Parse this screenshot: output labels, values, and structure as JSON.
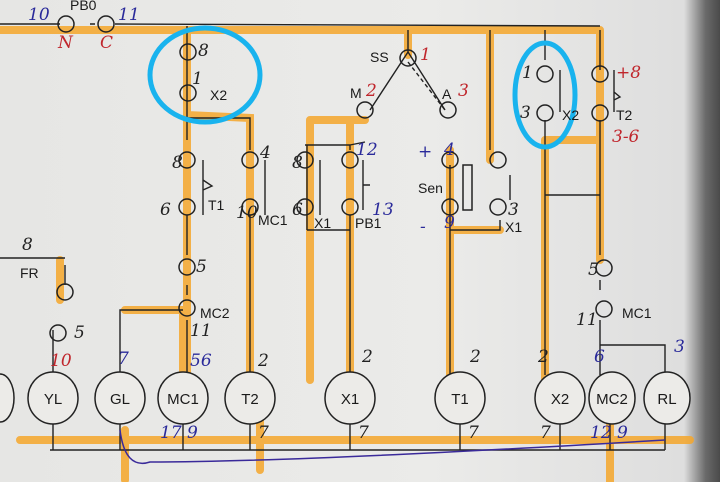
{
  "printed_labels": {
    "pb0": "PB0",
    "ss": "SS",
    "m": "M",
    "a": "A",
    "x2_contact_top": "X2",
    "x2_contact_right": "X2",
    "t2_contact": "T2",
    "t1_contact": "T1",
    "mc1_contact": "MC1",
    "x1_contact": "X1",
    "pb1": "PB1",
    "sen": "Sen",
    "x1_contact_right": "X1",
    "fr": "FR",
    "mc2_contact": "MC2",
    "mc1_contact_right": "MC1"
  },
  "coils": [
    "YL",
    "GL",
    "MC1",
    "T2",
    "X1",
    "T1",
    "X2",
    "MC2",
    "RL"
  ],
  "annotations": {
    "pb0_left": "10",
    "pb0_right": "11",
    "n": "N",
    "c": "C",
    "ss_num": "1",
    "m_num": "2",
    "a_num": "3",
    "x2_top": "8",
    "x2_bottom": "1",
    "t1_top": "8",
    "t1_bottom": "6",
    "mc1_top": "4",
    "mc1_bottom": "10",
    "x1_top": "8",
    "x1_bottom": "6",
    "pb1_top": "12",
    "pb1_bottom": "13",
    "sen_plus": "+",
    "sen_plus_num": "4",
    "sen_minus": "-",
    "sen_minus_num": "9",
    "x1r_bottom": "3",
    "x2r_top": "1",
    "x2r_bottom": "3",
    "t2_top": "+8",
    "t2_bottom": "3-6",
    "mc2_top": "5",
    "mc2_bottom": "11",
    "mc1r_top": "5",
    "mc1r_bottom": "11",
    "fr_top": "8",
    "fr_bottom": "5",
    "yl_top": "10",
    "gl_top": "7",
    "mc1_coil_top": "56",
    "t2_coil_top": "2",
    "x1_coil_top": "2",
    "t1_coil_top": "2",
    "x2_coil_top": "2",
    "mc2_coil_top": "6",
    "rl_top": "3",
    "mc1_coil_bottom": "17 9",
    "t2_coil_bottom": "7",
    "x1_coil_bottom": "7",
    "t1_coil_bottom": "7",
    "x2_coil_bottom": "7",
    "mc2_coil_bottom": "12 9"
  },
  "colors": {
    "highlight": "#f4a62a",
    "circle_marker": "#19b3ee",
    "red_ink": "#c0262c",
    "blue_ink": "#2a2a9a"
  }
}
